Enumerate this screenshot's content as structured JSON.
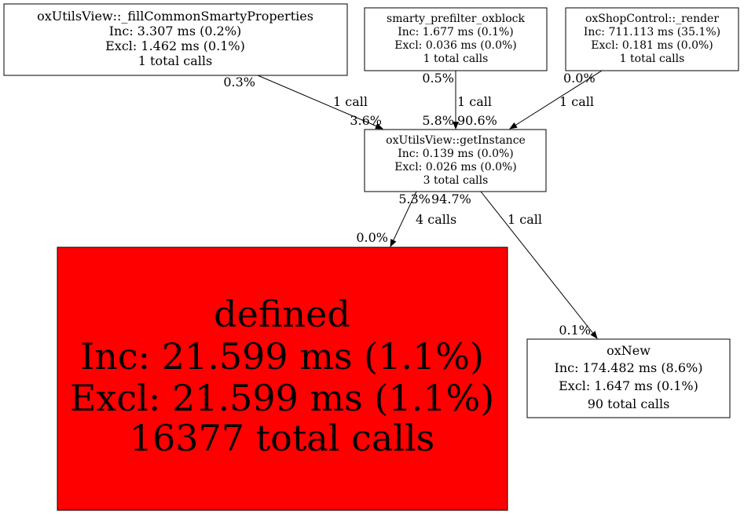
{
  "nodes": {
    "fill_common": {
      "title": "oxUtilsView::_fillCommonSmartyProperties",
      "inc": "Inc: 3.307 ms (0.2%)",
      "excl": "Excl: 1.462 ms (0.1%)",
      "calls": "1 total calls"
    },
    "prefilter": {
      "title": "smarty_prefilter_oxblock",
      "inc": "Inc: 1.677 ms (0.1%)",
      "excl": "Excl: 0.036 ms (0.0%)",
      "calls": "1 total calls"
    },
    "render": {
      "title": "oxShopControl::_render",
      "inc": "Inc: 711.113 ms (35.1%)",
      "excl": "Excl: 0.181 ms (0.0%)",
      "calls": "1 total calls"
    },
    "get_instance": {
      "title": "oxUtilsView::getInstance",
      "inc": "Inc: 0.139 ms (0.0%)",
      "excl": "Excl: 0.026 ms (0.0%)",
      "calls": "3 total calls"
    },
    "defined": {
      "title": "defined",
      "inc": "Inc: 21.599 ms (1.1%)",
      "excl": "Excl: 21.599 ms (1.1%)",
      "calls": "16377 total calls",
      "color": "#ff0000"
    },
    "oxnew": {
      "title": "oxNew",
      "inc": "Inc: 174.482 ms (8.6%)",
      "excl": "Excl: 1.647 ms (0.1%)",
      "calls": "90 total calls"
    }
  },
  "edges": {
    "e1": {
      "tail": "0.3%",
      "label": "1 call",
      "head": "3.6%"
    },
    "e2": {
      "tail": "0.5%",
      "label": "1 call",
      "head": "5.8%"
    },
    "e3": {
      "tail": "0.0%",
      "label": "1 call",
      "head": "90.6%"
    },
    "e4": {
      "tail": "5.3%",
      "label": "4 calls",
      "head": "0.0%"
    },
    "e5": {
      "tail": "94.7%",
      "label": "1 call",
      "head": "0.1%"
    }
  }
}
